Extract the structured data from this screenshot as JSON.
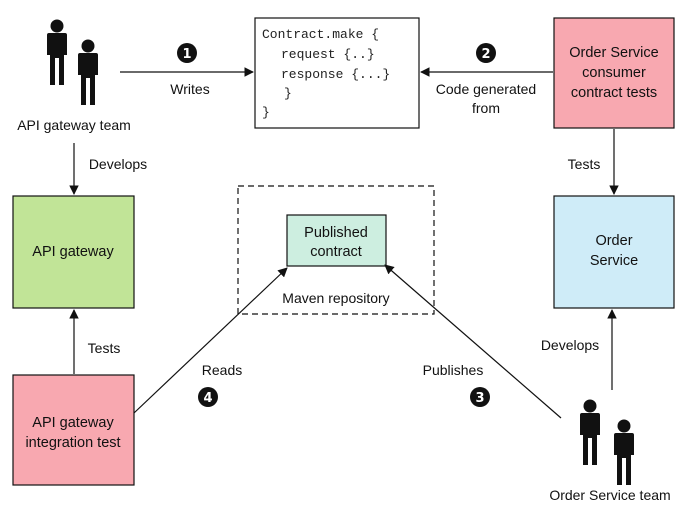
{
  "actors": {
    "api_gateway_team": "API gateway team",
    "order_service_team": "Order Service team"
  },
  "contract_code": {
    "line1": "Contract.make {",
    "line2": "request {..}",
    "line3": "response {...}",
    "line4": "}",
    "line5": "}"
  },
  "boxes": {
    "order_service_tests": [
      "Order Service",
      "consumer",
      "contract tests"
    ],
    "api_gateway": "API gateway",
    "published_contract": [
      "Published",
      "contract"
    ],
    "repository_label": "Maven repository",
    "order_service": [
      "Order",
      "Service"
    ],
    "api_gateway_integration_test": [
      "API gateway",
      "integration test"
    ]
  },
  "edges": {
    "writes": "Writes",
    "code_generated": [
      "Code generated",
      "from"
    ],
    "tests_right": "Tests",
    "develops_left": "Develops",
    "tests_left": "Tests",
    "develops_right": "Develops",
    "reads": "Reads",
    "publishes": "Publishes"
  },
  "steps": {
    "s1": "1",
    "s2": "2",
    "s3": "3",
    "s4": "4"
  },
  "colors": {
    "pink": "#f8a8b0",
    "green": "#c1e497",
    "mint": "#cdeee0",
    "blue": "#cfecf8",
    "step_fill": "#111111"
  },
  "icons": {
    "person": "person-icon"
  }
}
